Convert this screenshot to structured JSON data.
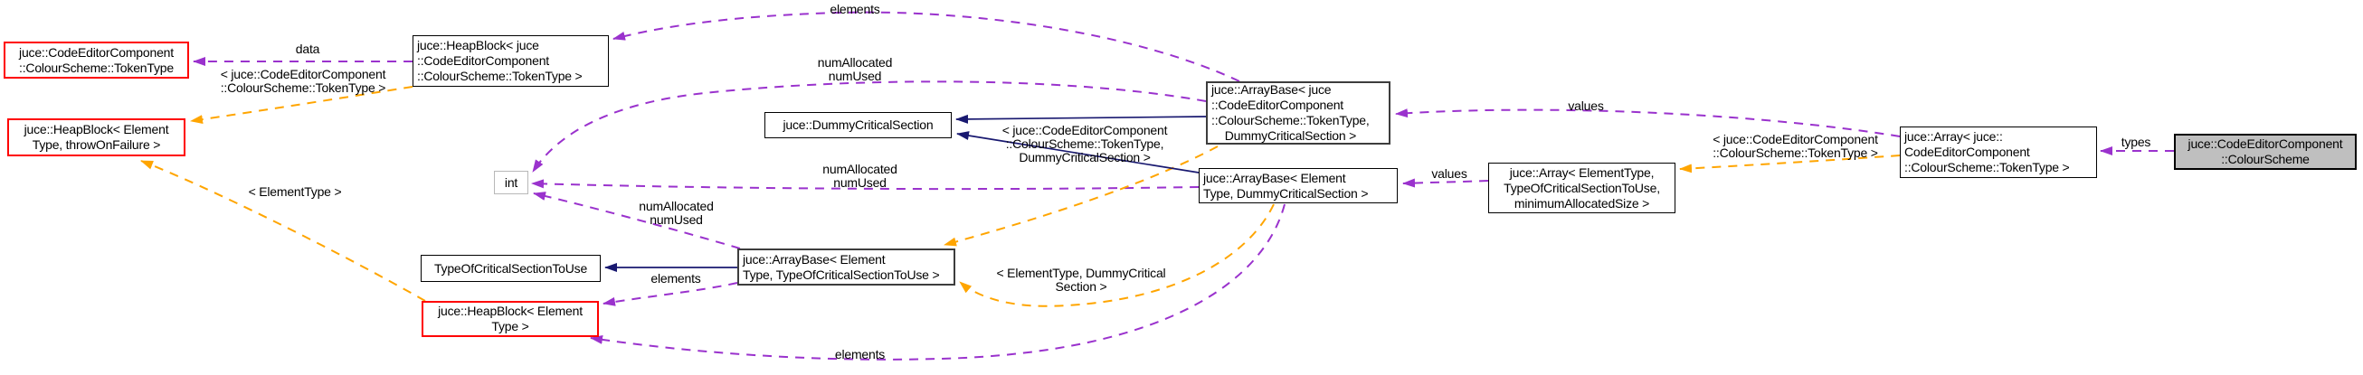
{
  "diagram": {
    "kind": "doxygen-collaboration-graph",
    "main_class": "juce::CodeEditorComponent::ColourScheme",
    "colors": {
      "usage_edge": "#9a32cd",
      "template_instance_edge": "#ffa500",
      "inheritance_edge": "#191970",
      "truncated_node_border": "#ff0000",
      "main_node_fill": "#bfbfbf",
      "plain_node_border": "#b8b8b8"
    },
    "nodes": {
      "tokentype": {
        "lines": [
          "juce::CodeEditorComponent",
          "::ColourScheme::TokenType"
        ]
      },
      "heapblock_throw": {
        "lines": [
          "juce::HeapBlock< Element",
          "Type, throwOnFailure >"
        ]
      },
      "heapblock_token": {
        "lines": [
          "juce::HeapBlock< juce",
          "::CodeEditorComponent",
          "::ColourScheme::TokenType >"
        ]
      },
      "dummy_critical_section": {
        "lines": [
          "juce::DummyCriticalSection"
        ]
      },
      "int_type": {
        "lines": [
          "int"
        ]
      },
      "arraybase_token": {
        "lines": [
          "juce::ArrayBase< juce",
          "::CodeEditorComponent",
          "::ColourScheme::TokenType,",
          "    DummyCriticalSection >"
        ]
      },
      "arraybase_elem_dummy": {
        "lines": [
          "juce::ArrayBase< Element",
          "Type, DummyCriticalSection >"
        ]
      },
      "array_generic": {
        "lines": [
          "juce::Array< ElementType,",
          "TypeOfCriticalSectionToUse,",
          "minimumAllocatedSize >"
        ]
      },
      "array_token": {
        "lines": [
          "juce::Array< juce::",
          "CodeEditorComponent",
          "::ColourScheme::TokenType >"
        ]
      },
      "colourscheme_main": {
        "lines": [
          "juce::CodeEditorComponent",
          "::ColourScheme"
        ]
      },
      "typeofcriticalsection": {
        "lines": [
          "TypeOfCriticalSectionToUse"
        ]
      },
      "arraybase_elem_type": {
        "lines": [
          "juce::ArrayBase< Element",
          "Type, TypeOfCriticalSectionToUse >"
        ]
      },
      "heapblock_elem": {
        "lines": [
          "juce::HeapBlock< Element",
          "Type >"
        ]
      }
    },
    "edge_labels": {
      "data": "data",
      "tmpl_token_left": [
        "< juce::CodeEditorComponent",
        "::ColourScheme::TokenType >"
      ],
      "elements_top": "elements",
      "numallocated_1": [
        "numAllocated",
        "numUsed"
      ],
      "tmpl_arraybase": [
        "< juce::CodeEditorComponent",
        "::ColourScheme::TokenType,",
        "DummyCriticalSection >"
      ],
      "values_top": "values",
      "tmpl_array_right": [
        "< juce::CodeEditorComponent",
        "::ColourScheme::TokenType >"
      ],
      "values_left": "values",
      "types": "types",
      "numallocated_2": [
        "numAllocated",
        "numUsed"
      ],
      "elementtype": "< ElementType >",
      "numallocated_3": [
        "numAllocated",
        "numUsed"
      ],
      "elements_mid": "elements",
      "tmpl_elem_dummy": [
        "< ElementType, DummyCritical",
        "Section >"
      ],
      "elements_bottom": "elements"
    }
  }
}
